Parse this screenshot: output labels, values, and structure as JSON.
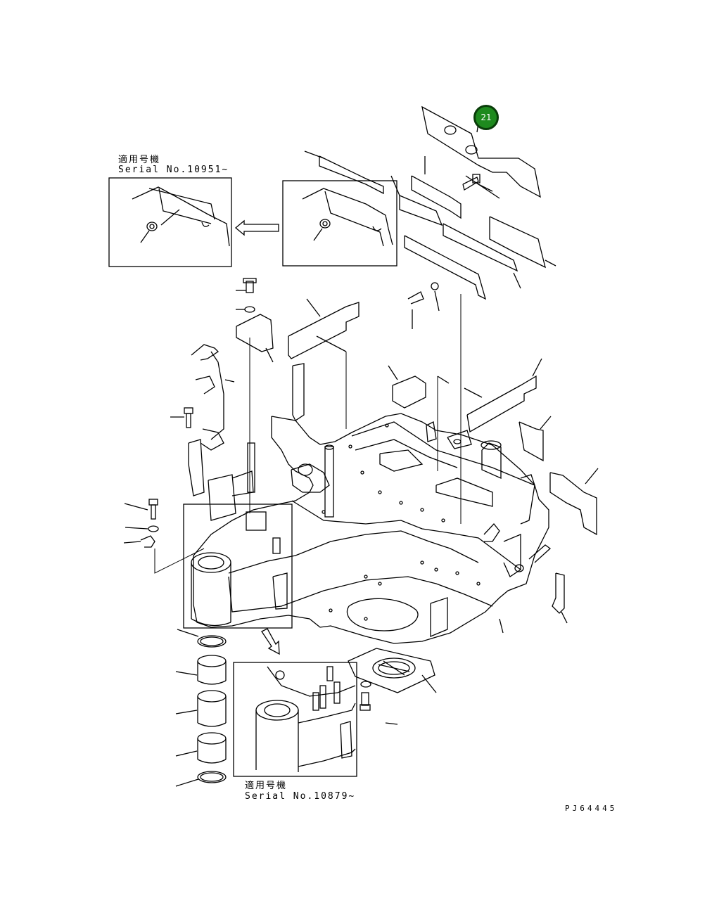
{
  "serial_top": {
    "line1": "適用号機",
    "line2": "Serial No.10951~"
  },
  "serial_bottom": {
    "line1": "適用号機",
    "line2": "Serial No.10879~"
  },
  "drawing_code": "PJ64445",
  "callouts": [
    {
      "label": "21"
    }
  ],
  "colors": {
    "callout_fill": "#1e8a1e",
    "callout_ring": "#0a3d0a",
    "line": "#000000"
  }
}
